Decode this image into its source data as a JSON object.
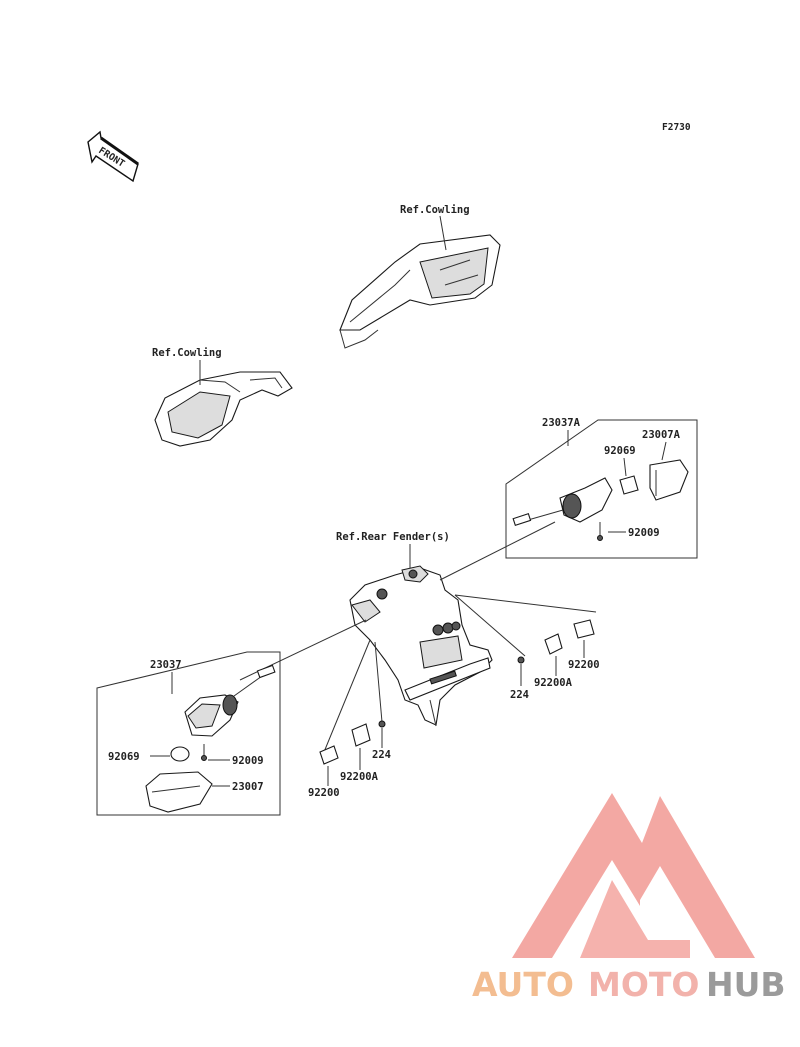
{
  "figure_code": "F2730",
  "front_marker": "FRONT",
  "references": {
    "cowling_upper": "Ref.Cowling",
    "cowling_lower": "Ref.Cowling",
    "rear_fender": "Ref.Rear Fender(s)"
  },
  "right_assembly": {
    "id": "23037A",
    "bulb": "92069",
    "lens": "23007A",
    "screw": "92009"
  },
  "left_assembly": {
    "id": "23037",
    "bulb": "92069",
    "lens": "23007",
    "screw": "92009"
  },
  "mount_parts": {
    "right_bolt": "224",
    "right_bracket": "92200A",
    "right_plate": "92200",
    "left_bolt": "224",
    "left_bracket": "92200A",
    "left_plate": "92200"
  },
  "watermark": {
    "part1": "AUTO",
    "part2": "MOTO",
    "part3": "HUB",
    "colors": {
      "part1": "#f2b27e",
      "part2": "#f0a59d",
      "part3": "#8a8a8a",
      "logo": "#f29a93"
    }
  }
}
